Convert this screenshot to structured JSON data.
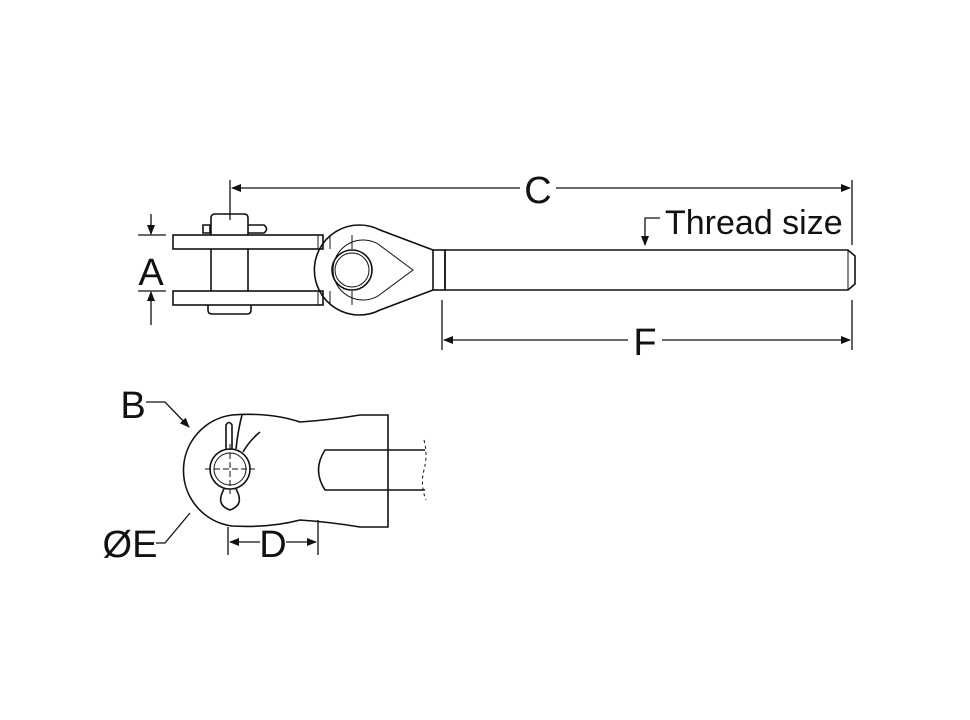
{
  "labels": {
    "a": "A",
    "b": "B",
    "c": "C",
    "d": "D",
    "e": "ØE",
    "f": "F",
    "thread": "Thread size"
  }
}
